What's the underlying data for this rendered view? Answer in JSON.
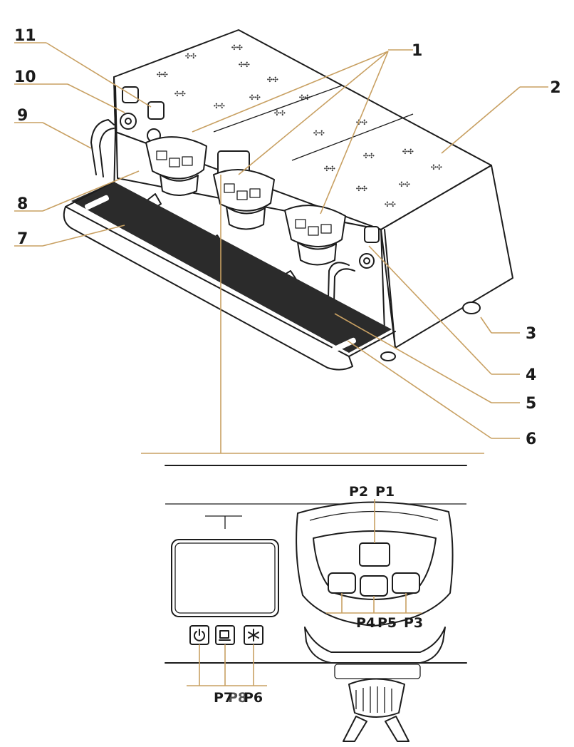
{
  "callouts": {
    "c1": "1",
    "c2": "2",
    "c3": "3",
    "c4": "4",
    "c5": "5",
    "c6": "6",
    "c7": "7",
    "c8": "8",
    "c9": "9",
    "c10": "10",
    "c11": "11"
  },
  "panel_labels": {
    "p1": "P1",
    "p2": "P2",
    "p3": "P3",
    "p4": "P4",
    "p5": "P5",
    "p6": "P6",
    "p7": "P7",
    "p8": "P8"
  },
  "colors": {
    "leader": "#c8a062",
    "ink": "#1c1c1c",
    "tray": "#2b2b2b"
  },
  "icons": [
    "power-icon",
    "cup-icon",
    "snowflake-icon"
  ]
}
